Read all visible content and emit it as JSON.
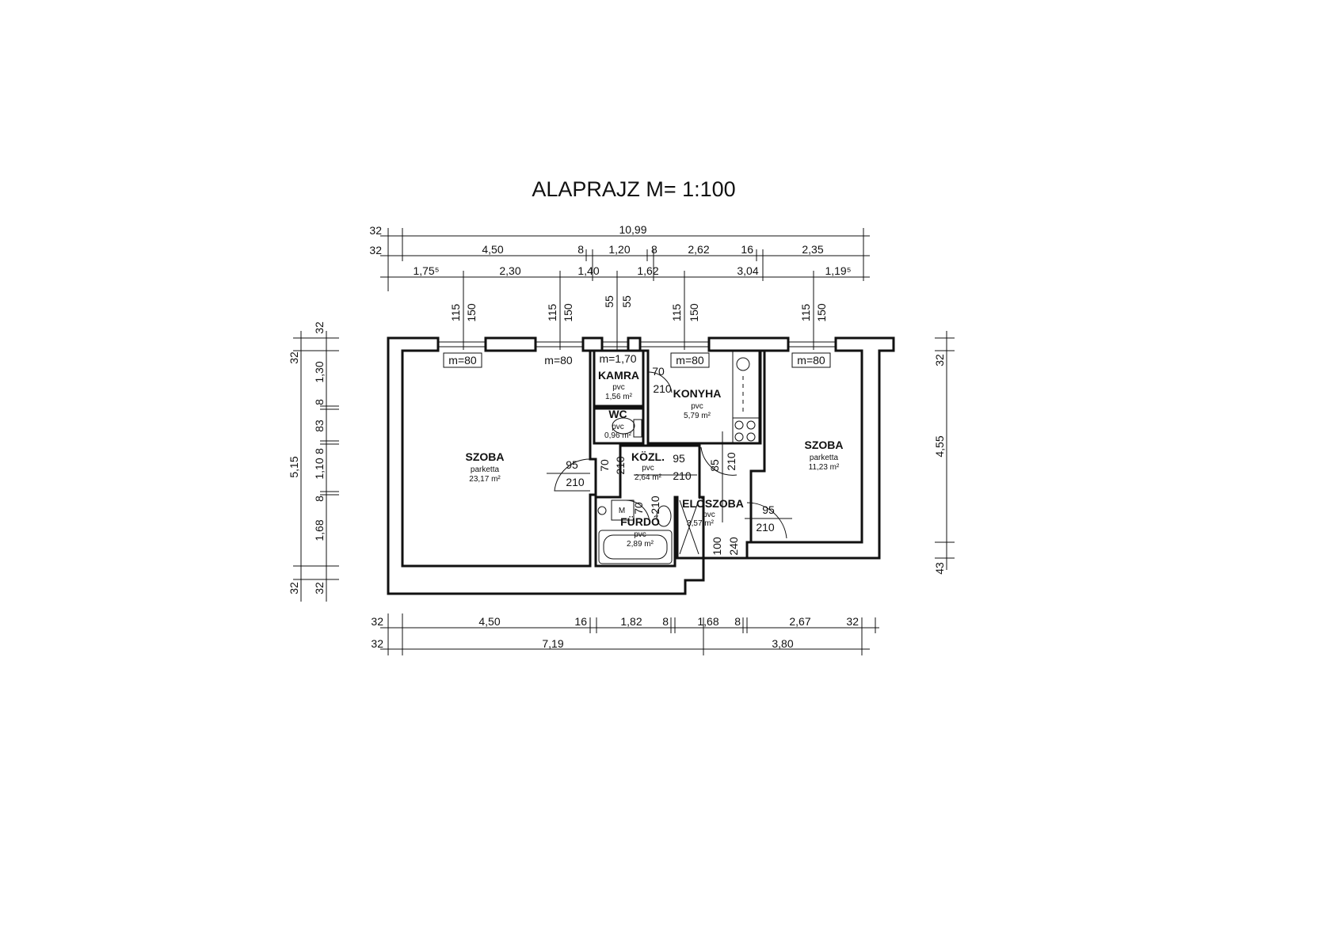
{
  "title": "ALAPRAJZ M= 1:100",
  "top_dims": {
    "row1": [
      "32",
      "10,99"
    ],
    "row2": [
      "32",
      "4,50",
      "8",
      "1,20",
      "8",
      "2,62",
      "16",
      "2,35"
    ],
    "row3": [
      "1,75⁵",
      "2,30",
      "1,40",
      "1,62",
      "3,04",
      "1,19⁵"
    ],
    "windows": [
      [
        "115",
        "150"
      ],
      [
        "115",
        "150"
      ],
      [
        "55",
        "55"
      ],
      [
        "115",
        "150"
      ],
      [
        "115",
        "150"
      ]
    ]
  },
  "left_dims": {
    "outer": [
      "32",
      "5,15",
      "32"
    ],
    "inner": [
      "32",
      "1,30",
      "8",
      "83",
      "8",
      "1,10",
      "8",
      "1,68",
      "32"
    ]
  },
  "right_dims": [
    "32",
    "4,55",
    "43"
  ],
  "bottom_dims": {
    "row1": [
      "32",
      "4,50",
      "16",
      "1,82",
      "8",
      "1,68",
      "8",
      "2,67",
      "32"
    ],
    "row2": [
      "32",
      "7,19",
      "3,80"
    ]
  },
  "window_labels": [
    "m=80",
    "m=80",
    "m=1,70",
    "m=80",
    "m=80"
  ],
  "door_labels": [
    "70",
    "210",
    "95",
    "210",
    "70",
    "210",
    "95",
    "210",
    "85",
    "210",
    "70",
    "210",
    "95",
    "210",
    "100",
    "240"
  ],
  "rooms": [
    {
      "name": "SZOBA",
      "floor": "parketta",
      "area": "23,17 m²"
    },
    {
      "name": "KAMRA",
      "floor": "pvc",
      "area": "1,56 m²"
    },
    {
      "name": "WC",
      "floor": "pvc",
      "area": "0,96 m²"
    },
    {
      "name": "KONYHA",
      "floor": "pvc",
      "area": "5,79 m²"
    },
    {
      "name": "KÖZL.",
      "floor": "pvc",
      "area": "2,64 m²"
    },
    {
      "name": "FÜRDŐ",
      "floor": "pvc",
      "area": "2,89 m²"
    },
    {
      "name": "ELŐSZOBA",
      "floor": "pvc",
      "area": "3,57 m²"
    },
    {
      "name": "SZOBA",
      "floor": "parketta",
      "area": "11,23 m²"
    }
  ],
  "fixture_labels": [
    "M"
  ]
}
